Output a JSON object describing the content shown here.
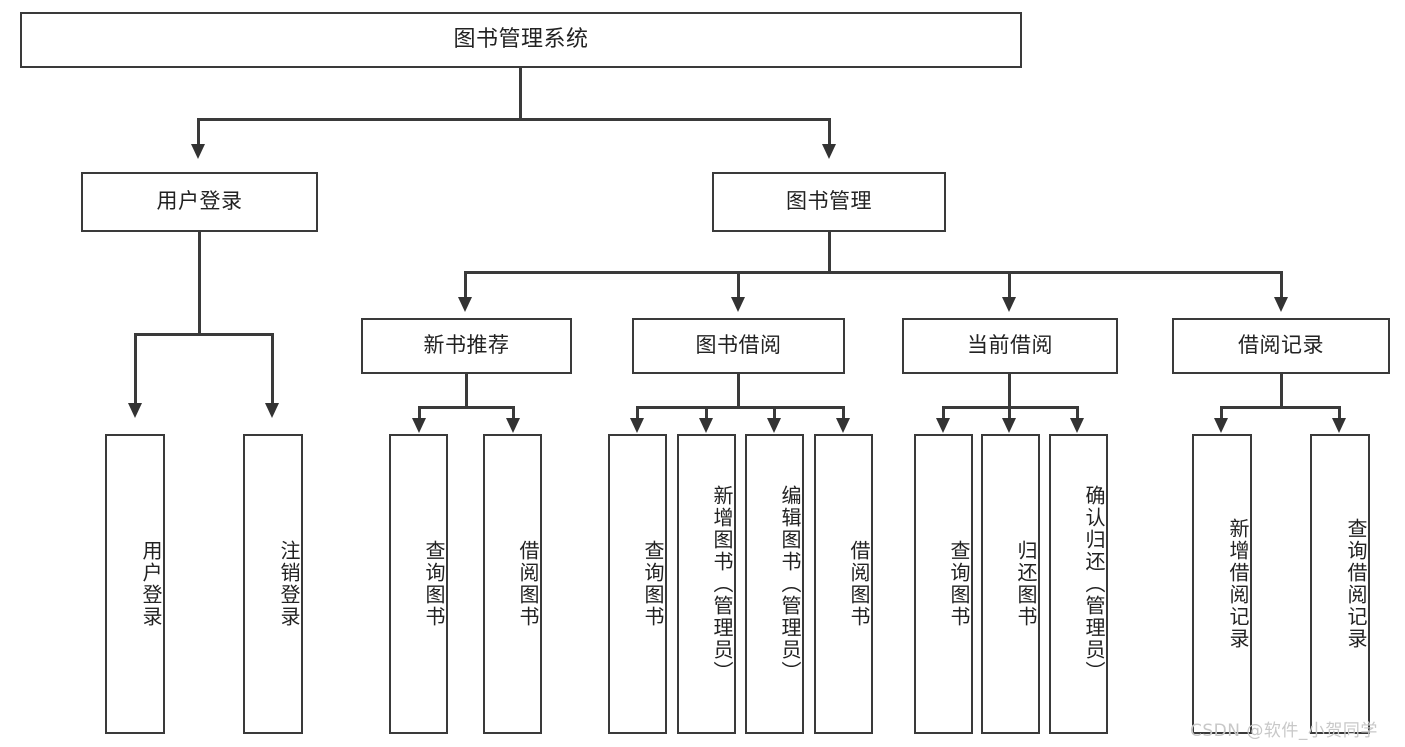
{
  "diagram": {
    "title": "图书管理系统",
    "type": "hierarchy-tree",
    "watermark": "CSDN @软件_小贺同学",
    "colors": {
      "stroke": "#3a3a3a",
      "box_fill": "#ffffff",
      "text": "#222222",
      "background": "#ffffff",
      "watermark": "#c8c8c8"
    },
    "root": {
      "label": "图书管理系统"
    },
    "level1": [
      {
        "label": "用户登录"
      },
      {
        "label": "图书管理"
      }
    ],
    "level2": [
      {
        "label": "新书推荐"
      },
      {
        "label": "图书借阅"
      },
      {
        "label": "当前借阅"
      },
      {
        "label": "借阅记录"
      }
    ],
    "leaves": {
      "user_login": [
        {
          "label": "用户登录"
        },
        {
          "label": "注销登录"
        }
      ],
      "new_book_recommend": [
        {
          "label": "查询图书"
        },
        {
          "label": "借阅图书"
        }
      ],
      "book_borrow": [
        {
          "label": "查询图书"
        },
        {
          "label": "新增图书（管理员）"
        },
        {
          "label": "编辑图书（管理员）"
        },
        {
          "label": "借阅图书"
        }
      ],
      "current_borrow": [
        {
          "label": "查询图书"
        },
        {
          "label": "归还图书"
        },
        {
          "label": "确认归还（管理员）"
        }
      ],
      "borrow_record": [
        {
          "label": "新增借阅记录"
        },
        {
          "label": "查询借阅记录"
        }
      ]
    }
  }
}
